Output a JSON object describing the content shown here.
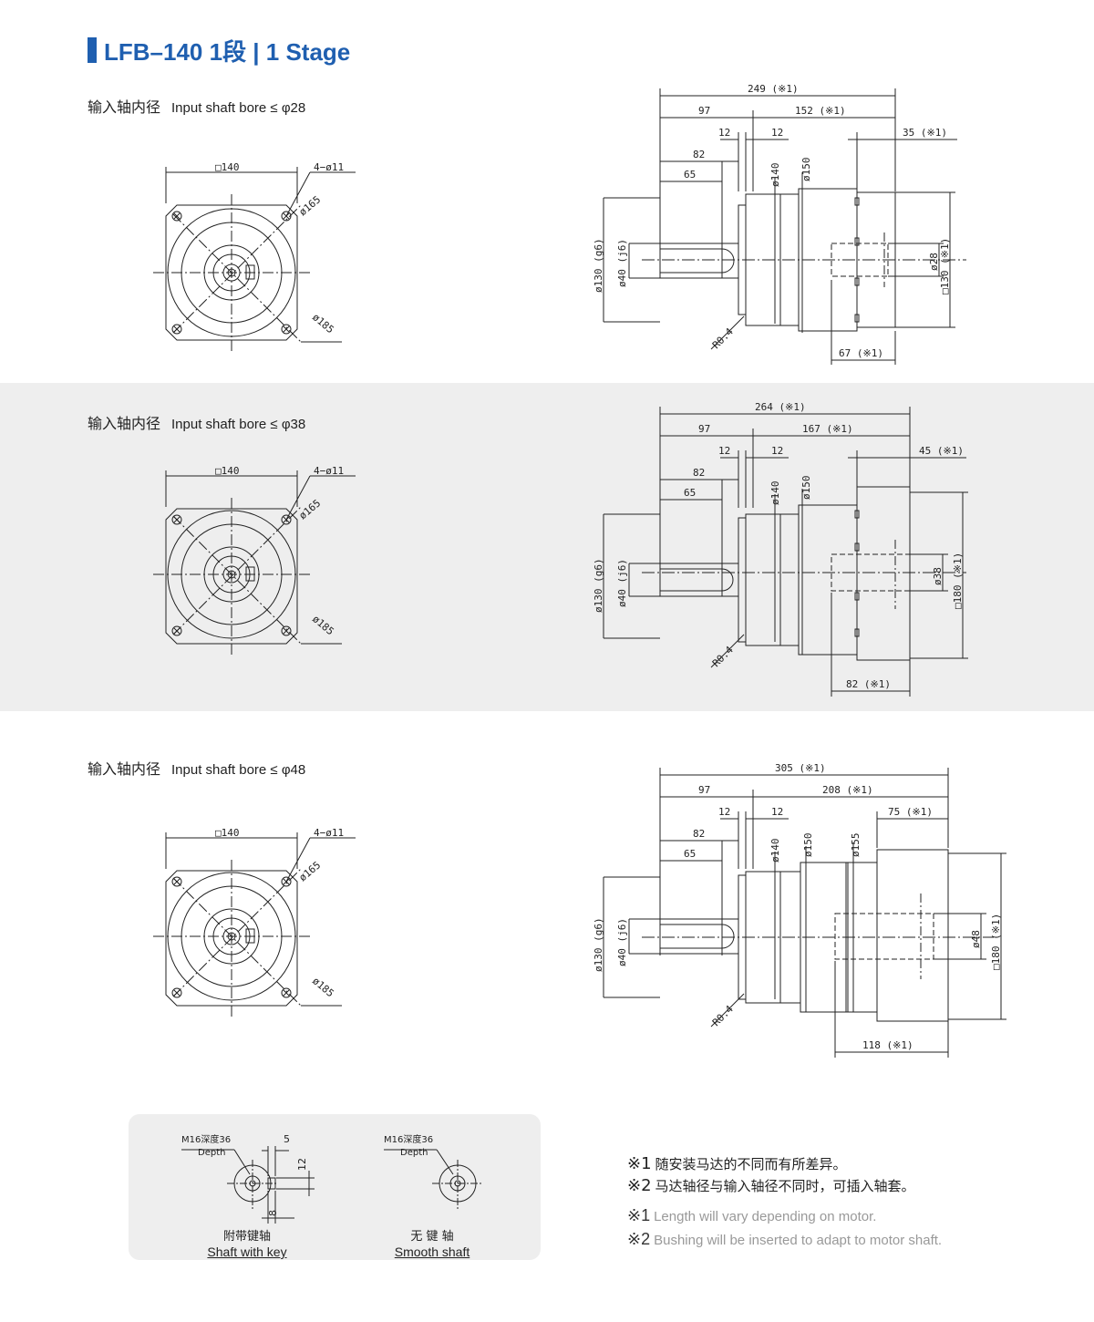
{
  "header": {
    "title": "LFB–140  1段  | 1 Stage"
  },
  "sections": [
    {
      "bore_cn": "输入轴内径",
      "bore_en": "Input shaft bore  ≤ φ28",
      "front": {
        "square": "□140",
        "holes": "4−ø11",
        "pcd": "ø165",
        "diag": "ø185"
      },
      "side": {
        "overall": "249 (※1)",
        "shaft_len": "97",
        "body_len": "152 (※1)",
        "motor_len": "35 (※1)",
        "flange1": "12",
        "flange2": "12",
        "l82": "82",
        "l65": "65",
        "d140": "ø140",
        "d150": "ø150",
        "d130": "ø130 (g6)",
        "d40": "ø40 (j6)",
        "bore": "ø28",
        "motor_sq": "□130 (※1)",
        "bottom": "67 (※1)",
        "radius": "R0.4"
      }
    },
    {
      "bore_cn": "输入轴内径",
      "bore_en": "Input shaft bore  ≤ φ38",
      "front": {
        "square": "□140",
        "holes": "4−ø11",
        "pcd": "ø165",
        "diag": "ø185"
      },
      "side": {
        "overall": "264 (※1)",
        "shaft_len": "97",
        "body_len": "167 (※1)",
        "motor_len": "45 (※1)",
        "flange1": "12",
        "flange2": "12",
        "l82": "82",
        "l65": "65",
        "d140": "ø140",
        "d150": "ø150",
        "d130": "ø130 (g6)",
        "d40": "ø40 (j6)",
        "bore": "ø38",
        "motor_sq": "□180 (※1)",
        "bottom": "82 (※1)",
        "radius": "R0.4"
      }
    },
    {
      "bore_cn": "输入轴内径",
      "bore_en": "Input shaft bore  ≤ φ48",
      "front": {
        "square": "□140",
        "holes": "4−ø11",
        "pcd": "ø165",
        "diag": "ø185"
      },
      "side": {
        "overall": "305 (※1)",
        "shaft_len": "97",
        "body_len": "208 (※1)",
        "motor_len": "75 (※1)",
        "flange1": "12",
        "flange2": "12",
        "l82": "82",
        "l65": "65",
        "d140": "ø140",
        "d150": "ø150",
        "d155": "ø155",
        "d130": "ø130 (g6)",
        "d40": "ø40 (j6)",
        "bore": "ø48",
        "motor_sq": "□180 (※1)",
        "bottom": "118 (※1)",
        "radius": "R0.4"
      }
    }
  ],
  "shafts": {
    "keyed": {
      "tap": "M16深度36",
      "depth": "Depth",
      "w5": "5",
      "h12": "12",
      "w8": "8",
      "cn": "附带键轴",
      "en": "Shaft with key"
    },
    "smooth": {
      "tap": "M16深度36",
      "depth": "Depth",
      "cn": "无 键 轴",
      "en": "Smooth shaft"
    }
  },
  "notes": {
    "cn1_mark": "※1",
    "cn1": "随安装马达的不同而有所差异。",
    "cn2_mark": "※2",
    "cn2": "马达轴径与输入轴径不同时，可插入轴套。",
    "en1_mark": "※1",
    "en1": "Length will vary depending on motor.",
    "en2_mark": "※2",
    "en2": "Bushing will be inserted to adapt to motor shaft."
  }
}
